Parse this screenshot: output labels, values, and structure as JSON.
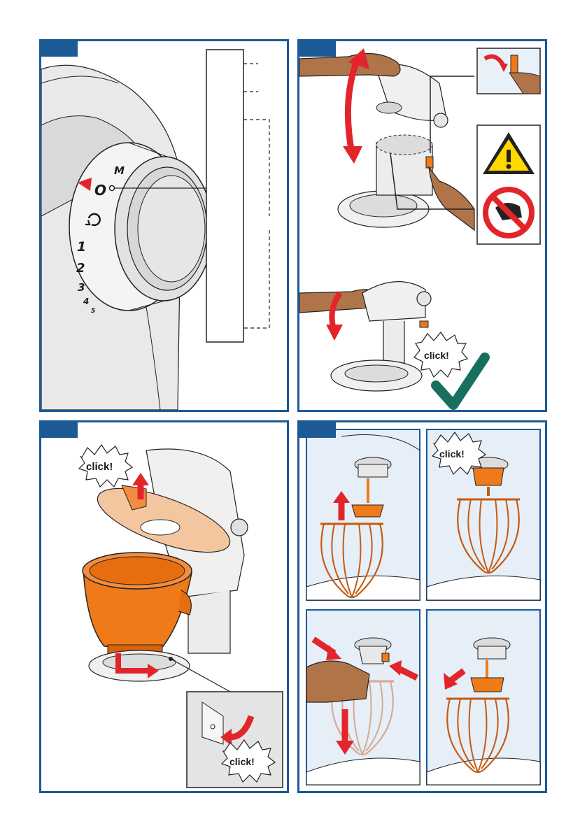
{
  "dial": {
    "marks": [
      "M",
      "O",
      "1",
      "2",
      "3",
      "4",
      "5"
    ]
  },
  "callouts": {
    "click_1": "click!",
    "click_2": "click!",
    "click_3": "click!",
    "click_4": "click!"
  },
  "icons": {
    "warning": "warning-triangle-icon",
    "no_hands": "no-hand-in-mixer-icon",
    "check": "green-checkmark-icon"
  },
  "colors": {
    "frame": "#1b5a95",
    "accent_red": "#e2252b",
    "accent_orange": "#ef7a1a",
    "check_green": "#17705d",
    "warning_yellow": "#ffd800"
  }
}
